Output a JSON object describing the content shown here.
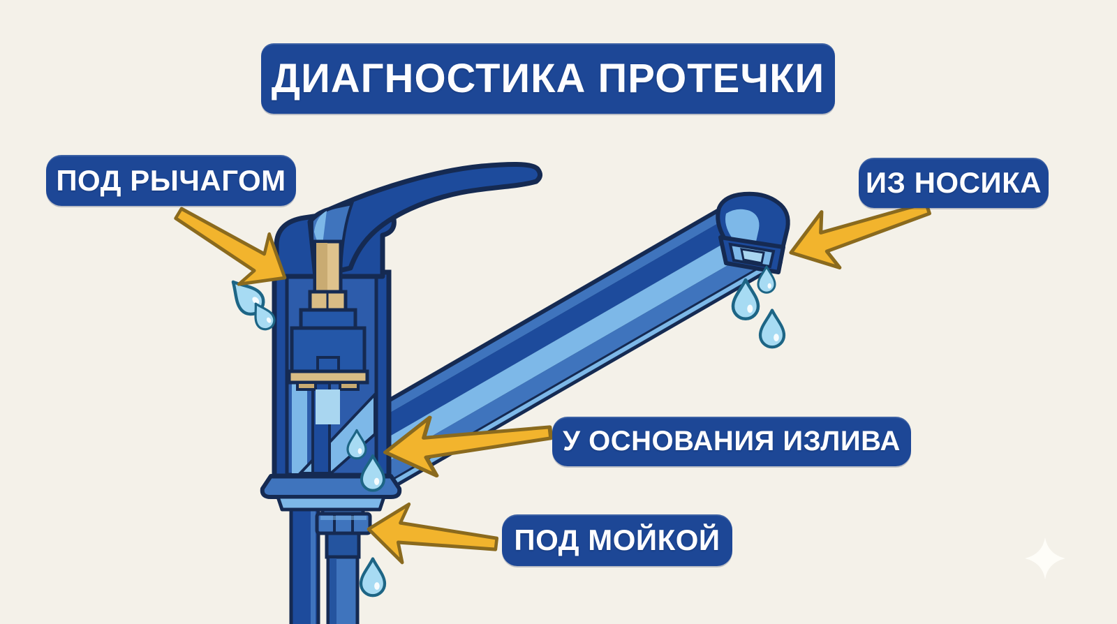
{
  "title": {
    "text": "ДИАГНОСТИКА ПРОТЕЧКИ"
  },
  "callouts": {
    "under_lever": "ПОД РЫЧАГОМ",
    "from_spout": "ИЗ НОСИКА",
    "spout_base": "У ОСНОВАНИЯ ИЗЛИВА",
    "under_sink": "ПОД МОЙКОЙ"
  },
  "illustration": {
    "subject": "Кран (смеситель) в разрезе с точками протечки",
    "leak_points": [
      "под рычагом",
      "из носика",
      "у основания излива",
      "под мойкой"
    ],
    "water_drop_count": 8
  },
  "colors": {
    "background": "#f4f1e9",
    "badge_blue": "#1d4796",
    "badge_text": "#fdfdff",
    "arrow_fill": "#f2b42d",
    "arrow_stroke": "#8a6a1e",
    "faucet_dark_blue": "#1d4b9c",
    "faucet_mid_blue": "#3f74bd",
    "faucet_sky_blue": "#7db8e8",
    "faucet_pale_blue": "#a9d6f0",
    "faucet_outline": "#152a52",
    "brass": "#d9bc85",
    "brass_dark": "#c9ab72",
    "drop_fill": "#a7dbf3",
    "drop_stroke": "#1d6585",
    "sparkle": "#fffef9"
  }
}
